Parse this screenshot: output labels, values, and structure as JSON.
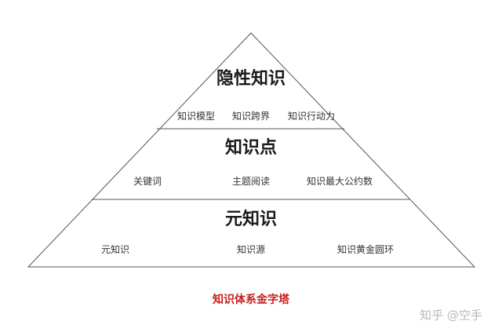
{
  "tiers": [
    {
      "title": "隐性知识",
      "items": [
        "知识模型",
        "知识跨界",
        "知识行动力"
      ]
    },
    {
      "title": "知识点",
      "items": [
        "关键词",
        "主题阅读",
        "知识最大公约数"
      ]
    },
    {
      "title": "元知识",
      "items": [
        "元知识",
        "知识源",
        "知识黄金圆环"
      ]
    }
  ],
  "caption": "知识体系金字塔",
  "watermark": "知乎 @空手",
  "colors": {
    "outline": "#555555",
    "caption": "#c81e1e",
    "watermark": "#b8b8b8"
  }
}
